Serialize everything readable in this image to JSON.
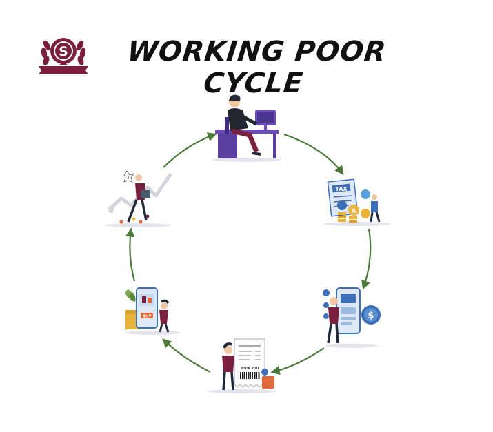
{
  "header": {
    "title": "WORKING POOR CYCLE",
    "logo_letter": "S"
  },
  "diagram": {
    "type": "cycle",
    "direction": "clockwise",
    "arrow_color": "#4a7a3a",
    "nodes": [
      {
        "icon": "person-working-at-desk-icon"
      },
      {
        "icon": "tax-documents-icon"
      },
      {
        "icon": "mobile-banking-payment-icon"
      },
      {
        "icon": "shopping-receipt-icon"
      },
      {
        "icon": "online-grocery-shopping-icon"
      },
      {
        "icon": "falling-finances-person-icon"
      }
    ],
    "receipt_text": "POOR YOU",
    "phone_button_text": "BUY",
    "tax_text": "TAX"
  },
  "colors": {
    "brand": "#7a1f3d",
    "purple": "#6a4bb5",
    "gold": "#e8b33a",
    "blue": "#3d6fb8"
  }
}
